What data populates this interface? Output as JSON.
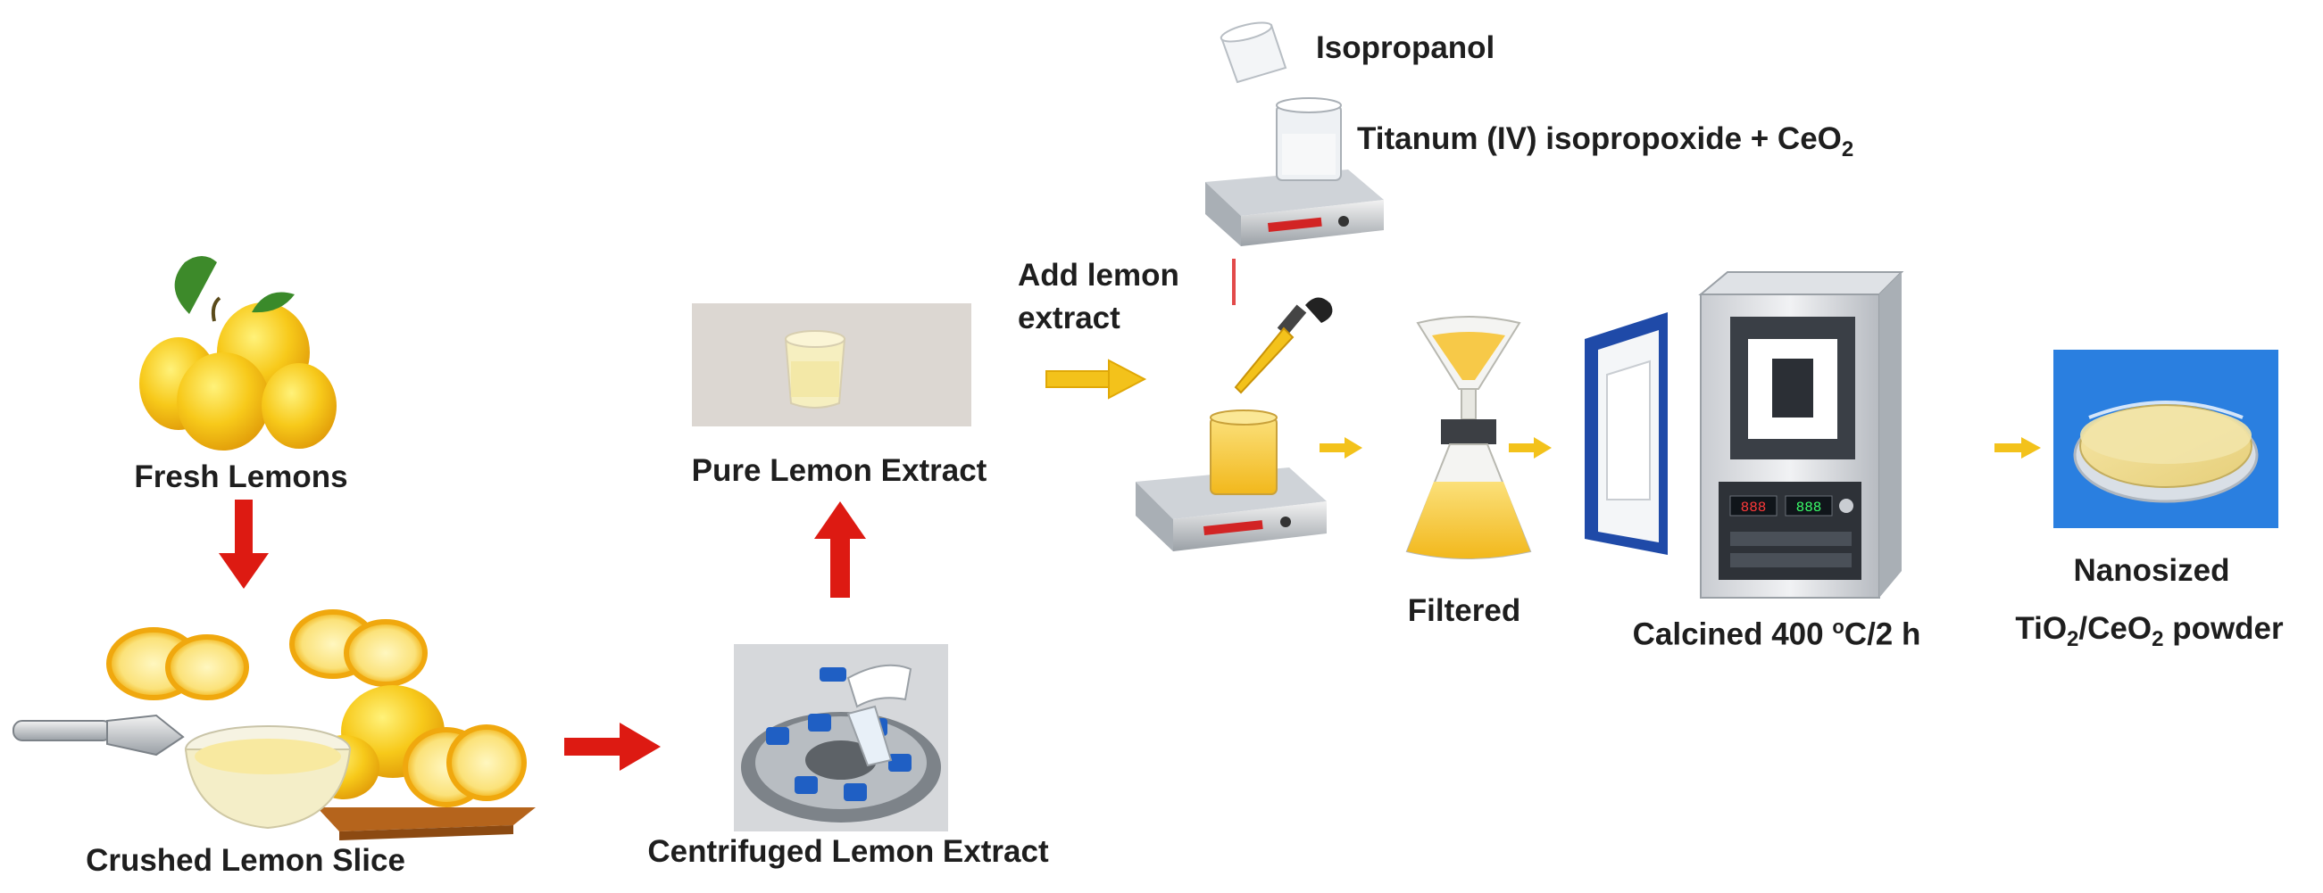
{
  "labels": {
    "fresh_lemons": "Fresh Lemons",
    "crushed_lemon_slice": "Crushed Lemon Slice",
    "centrifuged_lemon_extract": "Centrifuged Lemon Extract",
    "pure_lemon_extract": "Pure Lemon Extract",
    "isopropanol": "Isopropanol",
    "titanium_prefix": "Titanum (IV) isopropoxide + CeO",
    "titanium_sub": "2",
    "add_lemon_line1": "Add lemon",
    "add_lemon_line2": "extract",
    "filtered": "Filtered",
    "calcined_prefix": "Calcined 400 ",
    "calcined_sup": "o",
    "calcined_suffix": "C/2 h",
    "nanosized_line1": "Nanosized",
    "product_ti": "TiO",
    "product_sub1": "2",
    "product_mid": "/CeO",
    "product_sub2": "2",
    "product_suffix": " powder"
  },
  "colors": {
    "red_arrow": "#dd1a12",
    "yellow_arrow": "#f3c21b",
    "lemon": "#f7c91a",
    "lemon_juice": "#f5d24a",
    "furnace_blue": "#1f4aa8",
    "product_blue": "#2a7fe0",
    "text": "#1e1e1e"
  },
  "icons": [
    "lemon-icon",
    "lemon-half-icon",
    "juicer-icon",
    "juice-bowl-icon",
    "cutting-board-icon",
    "centrifuge-icon",
    "extract-cup-icon",
    "beaker-icon",
    "stirrer-hotplate-icon",
    "dropper-icon",
    "funnel-flask-icon",
    "furnace-icon",
    "petri-dish-icon"
  ]
}
